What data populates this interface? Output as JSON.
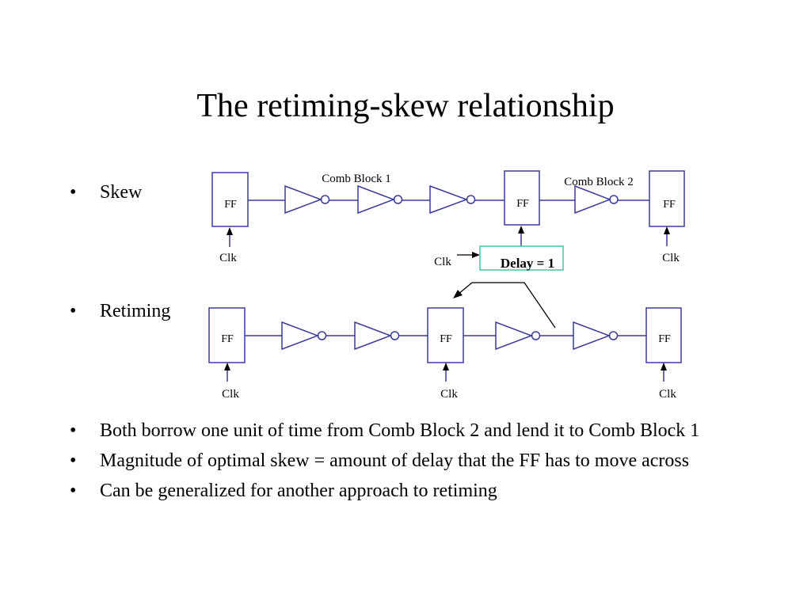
{
  "title": "The retiming-skew relationship",
  "bullet_symbol": "•",
  "bullets_top": [
    "Skew",
    "Retiming"
  ],
  "bullets_bottom": [
    "Both borrow one unit of time from Comb Block 2 and lend it to Comb Block 1",
    "Magnitude of optimal skew = amount of delay that the FF has to move across",
    "Can be generalized for another approach to retiming"
  ],
  "diagram": {
    "ff_label": "FF",
    "clk_label": "Clk",
    "comb_block_1": "Comb Block 1",
    "comb_block_2": "Comb Block 2",
    "delay_label": "Delay = 1",
    "colors": {
      "wire": "#3b3b9a",
      "delay_box_border": "#3cc8a0",
      "text": "#000000"
    }
  }
}
